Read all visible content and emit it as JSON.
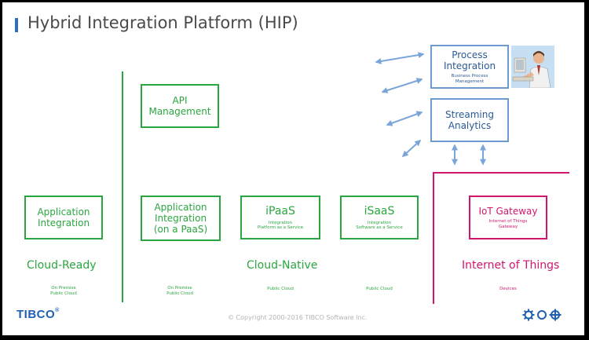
{
  "title": "Hybrid Integration Platform (HIP)",
  "boxes": {
    "app_integration": {
      "title_lines": [
        "Application",
        "Integration"
      ]
    },
    "api_management": {
      "title_lines": [
        "API",
        "Management"
      ]
    },
    "app_integration_paas": {
      "title_lines": [
        "Application",
        "Integration",
        "(on a PaaS)"
      ]
    },
    "ipaas": {
      "title": "iPaaS",
      "sub_lines": [
        "Integration",
        "Platform as a Service"
      ]
    },
    "isaas": {
      "title": "iSaaS",
      "sub_lines": [
        "Integration",
        "Software as a Service"
      ]
    },
    "process_integration": {
      "title_lines": [
        "Process",
        "Integration"
      ],
      "sub_lines": [
        "Business Process",
        "Management"
      ]
    },
    "streaming_analytics": {
      "title_lines": [
        "Streaming",
        "Analytics"
      ]
    },
    "iot_gateway": {
      "title": "IoT Gateway",
      "sub_lines": [
        "Internet of Things",
        "Gateway"
      ]
    }
  },
  "categories": {
    "cloud_ready": "Cloud-Ready",
    "cloud_native": "Cloud-Native",
    "iot": "Internet of Things"
  },
  "deploy_labels": {
    "cloud_ready": [
      "On Premise",
      "Public Cloud"
    ],
    "paas": [
      "On Premise",
      "Public Cloud"
    ],
    "ipaas": [
      "Public Cloud"
    ],
    "isaas": [
      "Public Cloud"
    ],
    "iot": [
      "Devices"
    ]
  },
  "footer": {
    "logo": "TIBCO",
    "copyright": "© Copyright 2000-2016 TIBCO Software Inc."
  },
  "colors": {
    "green": "#2aa640",
    "blue_border": "#6d9bd0",
    "blue_text": "#2a5a96",
    "magenta": "#d1166f",
    "arrow": "#7aa5d8"
  },
  "icons": [
    "person-at-computer-icon",
    "gear-icon",
    "circle-icon",
    "crosshair-icon"
  ]
}
